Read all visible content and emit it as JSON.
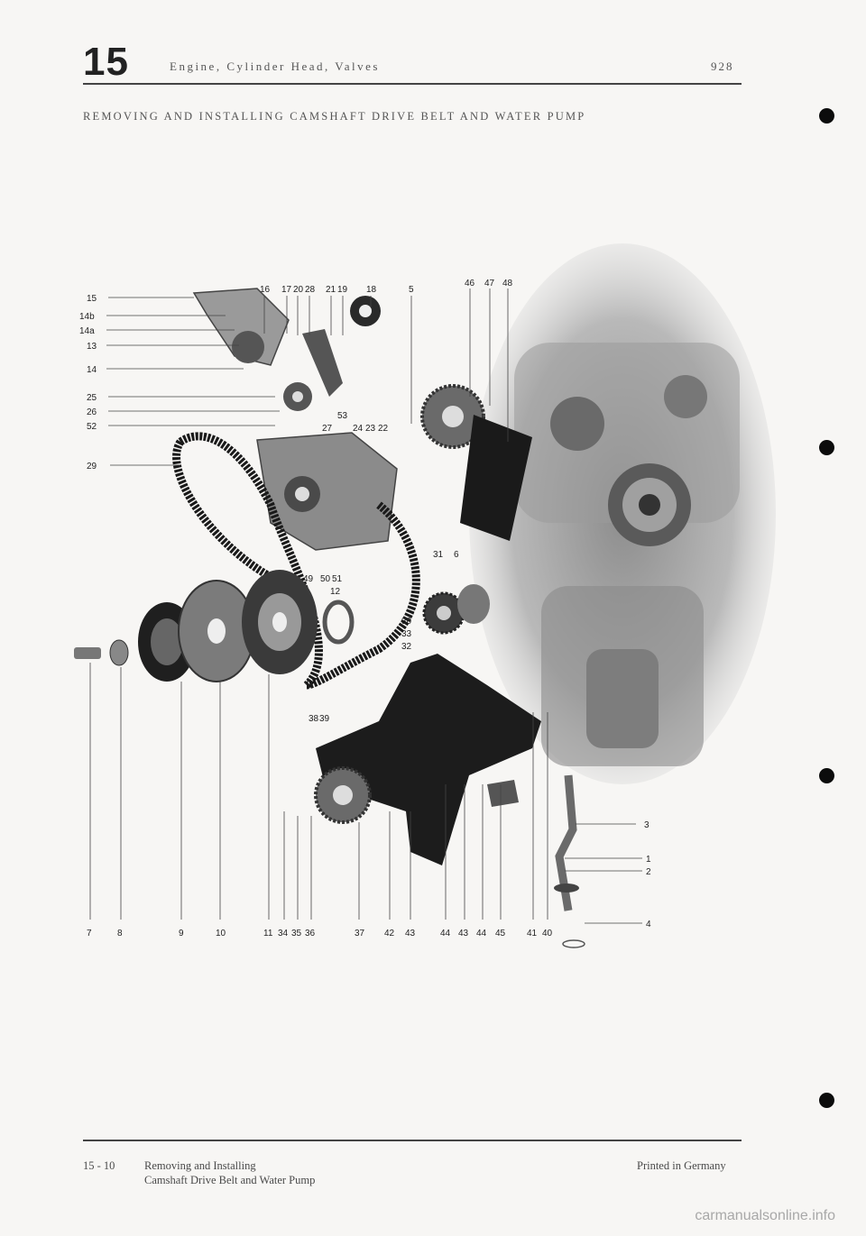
{
  "header": {
    "chapter": "15",
    "section": "Engine, Cylinder Head, Valves",
    "model": "928"
  },
  "title": "REMOVING AND INSTALLING CAMSHAFT DRIVE BELT AND WATER PUMP",
  "diagram": {
    "top_left_labels": [
      "15",
      "14b",
      "14a",
      "13",
      "14",
      "25",
      "26",
      "52",
      "29"
    ],
    "top_labels": [
      "16",
      "17",
      "20",
      "28",
      "21",
      "19",
      "18",
      "5",
      "46",
      "47",
      "48"
    ],
    "middle_labels": [
      "53",
      "27",
      "24",
      "23",
      "22",
      "31",
      "6",
      "49",
      "50",
      "51",
      "12",
      "30",
      "33",
      "32",
      "38",
      "39"
    ],
    "right_labels": [
      "3",
      "1",
      "2",
      "4"
    ],
    "bottom_labels": [
      "7",
      "8",
      "9",
      "10",
      "11",
      "34",
      "35",
      "36",
      "37",
      "42",
      "43",
      "44",
      "43",
      "44",
      "45",
      "41",
      "40"
    ]
  },
  "footer": {
    "page": "15 - 10",
    "line1": "Removing and Installing",
    "line2": "Camshaft Drive Belt and Water Pump",
    "printed": "Printed in Germany"
  },
  "watermark": "carmanualsonline.info"
}
